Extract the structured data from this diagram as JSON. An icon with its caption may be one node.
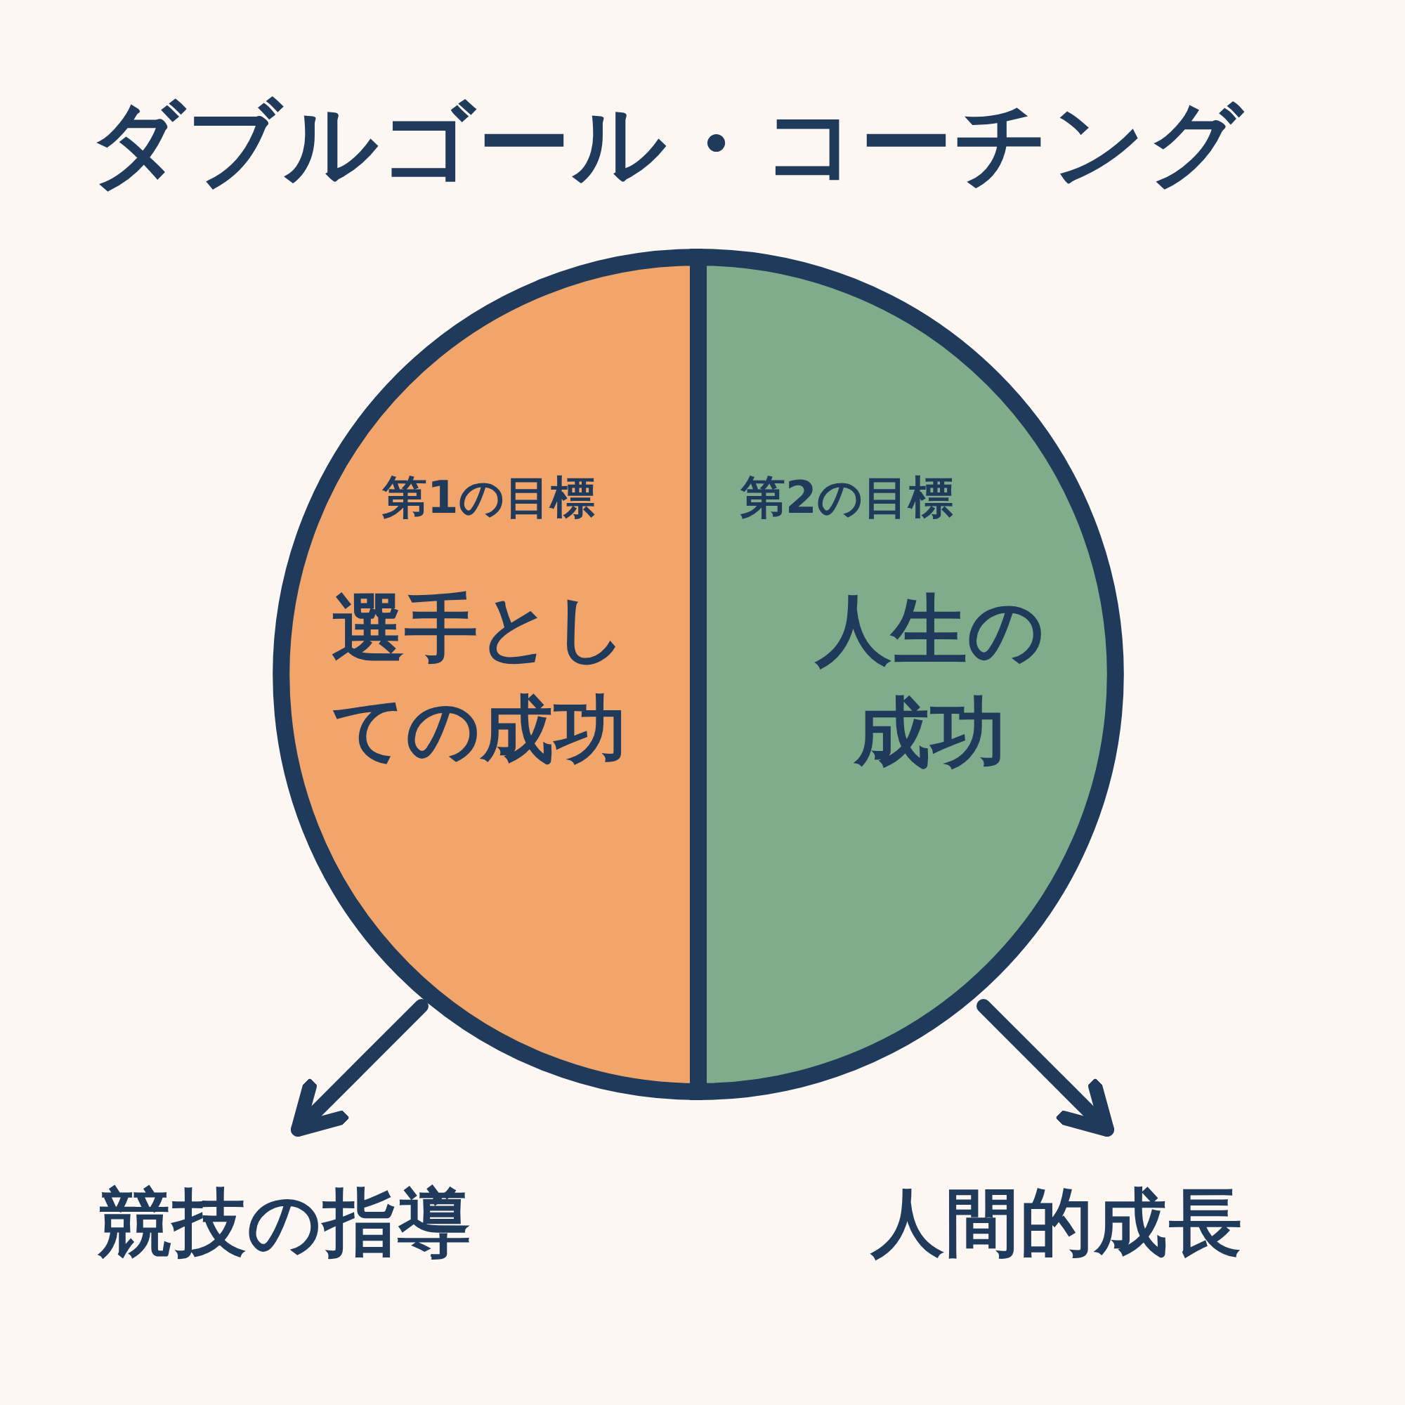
{
  "diagram": {
    "title": "ダブルゴール・コーチング",
    "nodes": [
      {
        "text": [
          "第1の目標",
          "選手としての成功"
        ]
      },
      {
        "text": [
          "第2の目標",
          "人生の成功"
        ]
      },
      {
        "text": [
          "競技の指導"
        ]
      },
      {
        "text": [
          "人間的成長"
        ]
      }
    ],
    "edges": [
      {
        "from": 0,
        "to": 2,
        "arrow": "to"
      },
      {
        "from": 1,
        "to": 3,
        "arrow": "to"
      }
    ]
  }
}
